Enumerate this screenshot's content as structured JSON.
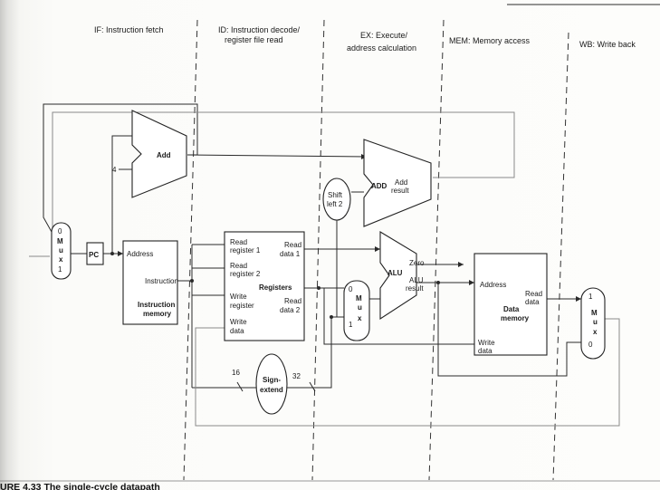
{
  "stages": {
    "if": "IF: Instruction fetch",
    "id_line1": "ID: Instruction decode/",
    "id_line2": "register file read",
    "ex_line1": "EX: Execute/",
    "ex_line2": "address calculation",
    "mem": "MEM: Memory access",
    "wb": "WB: Write back"
  },
  "pc_adder": {
    "label": "Add",
    "constant": "4"
  },
  "branch_adder": {
    "label": "ADD",
    "result_line1": "Add",
    "result_line2": "result"
  },
  "shift_left": {
    "line1": "Shift",
    "line2": "left 2"
  },
  "pc": {
    "label": "PC"
  },
  "pc_mux": {
    "m": "M",
    "u": "u",
    "x": "x",
    "in0": "0",
    "in1": "1"
  },
  "instruction_memory": {
    "address": "Address",
    "instruction": "Instruction",
    "title_line1": "Instruction",
    "title_line2": "memory"
  },
  "registers": {
    "read_reg1_line1": "Read",
    "read_reg1_line2": "register 1",
    "read_reg2_line1": "Read",
    "read_reg2_line2": "register 2",
    "write_reg_line1": "Write",
    "write_reg_line2": "register",
    "write_data_line1": "Write",
    "write_data_line2": "data",
    "read_data1_line1": "Read",
    "read_data1_line2": "data 1",
    "read_data2_line1": "Read",
    "read_data2_line2": "data 2",
    "title": "Registers"
  },
  "alu_mux": {
    "m": "M",
    "u": "u",
    "x": "x",
    "in0": "0",
    "in1": "1"
  },
  "alu": {
    "label": "ALU",
    "zero": "Zero",
    "result_line1": "ALU",
    "result_line2": "result"
  },
  "data_memory": {
    "address": "Address",
    "read_data_line1": "Read",
    "read_data_line2": "data",
    "write_data_line1": "Write",
    "write_data_line2": "data",
    "title_line1": "Data",
    "title_line2": "memory"
  },
  "wb_mux": {
    "m": "M",
    "u": "u",
    "x": "x",
    "in1": "1",
    "in0": "0"
  },
  "sign_extend": {
    "line1": "Sign-",
    "line2": "extend",
    "in_bits": "16",
    "out_bits": "32"
  },
  "caption": "URE 4.33   The single-cycle datapath"
}
